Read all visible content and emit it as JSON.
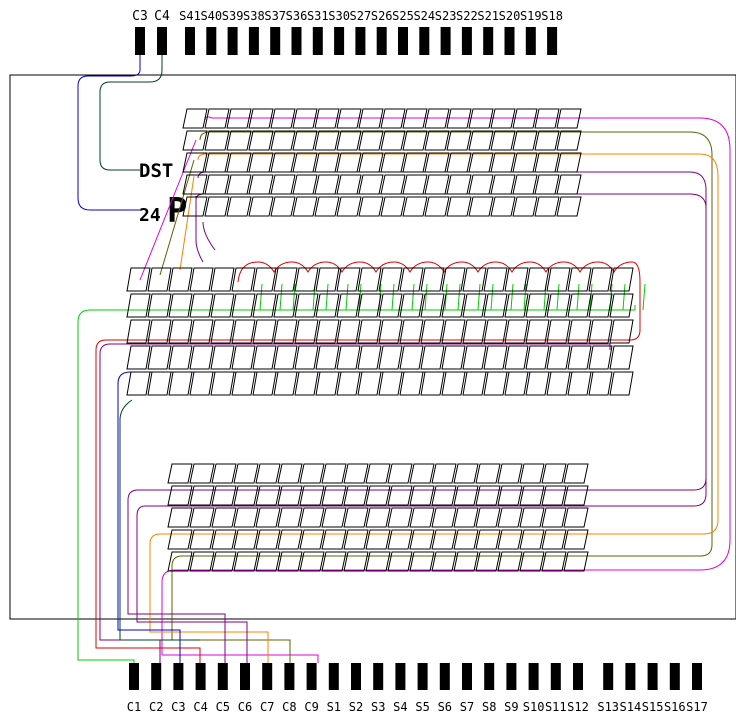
{
  "module": {
    "type_line1": "DST",
    "type_line2_num": "24",
    "type_line2_letter": "P"
  },
  "top_pins": {
    "common_labels": [
      "C3",
      "C4"
    ],
    "segment_labels": [
      "S41",
      "S40",
      "S39",
      "S38",
      "S37",
      "S36",
      "S31",
      "S30",
      "S27",
      "S26",
      "S25",
      "S24",
      "S23",
      "S22",
      "S21",
      "S20",
      "S19",
      "S18"
    ]
  },
  "bottom_pins": {
    "labels": [
      "C1",
      "C2",
      "C3",
      "C4",
      "C5",
      "C6",
      "C7",
      "C8",
      "C9",
      "S1",
      "S2",
      "S3",
      "S4",
      "S5",
      "S6",
      "S7",
      "S8",
      "S9",
      "S10",
      "S11",
      "S12",
      "S13",
      "S14",
      "S15",
      "S16",
      "S17"
    ]
  },
  "trace_colors": {
    "green": "#00cc00",
    "red": "#e00000",
    "purple": "#800080",
    "blue": "#0000cc",
    "dark_green": "#004020",
    "orange": "#ff8000",
    "olive": "#606000",
    "magenta": "#e000e0",
    "black": "#000000"
  },
  "grids": {
    "upper": {
      "rows": 5,
      "cols": 18
    },
    "middle": {
      "rows": 5,
      "cols": 24
    },
    "lower": {
      "rows": 5,
      "cols": 19
    }
  }
}
